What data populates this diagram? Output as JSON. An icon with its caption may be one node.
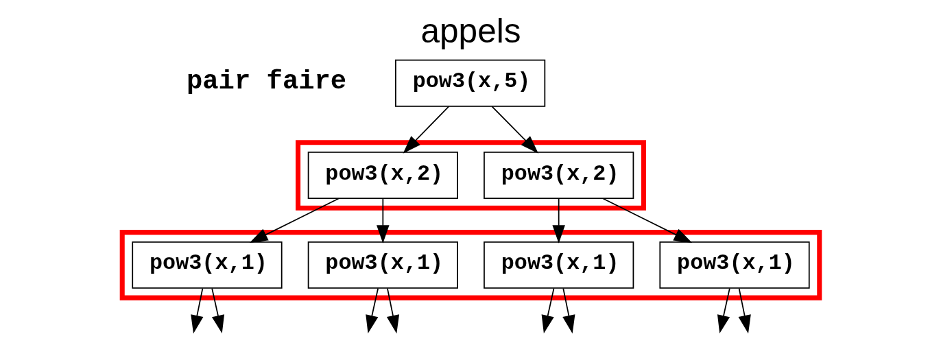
{
  "diagram": {
    "title": "appels",
    "nodes": [
      {
        "text": [
          "pow3(x,5)"
        ]
      },
      {
        "text": [],
        "shape": "box"
      },
      {
        "text": [
          "pow3(x,2)"
        ],
        "in": 1
      },
      {
        "text": [
          "pow3(x,2)"
        ],
        "in": 1
      },
      {
        "text": [],
        "shape": "box"
      },
      {
        "text": [
          "pow3(x,1)"
        ],
        "in": 4
      },
      {
        "text": [
          "pow3(x,1)"
        ],
        "in": 4
      },
      {
        "text": [
          "pow3(x,1)"
        ],
        "in": 4
      },
      {
        "text": [
          "pow3(x,1)"
        ],
        "in": 4
      }
    ],
    "edges": [
      {
        "from": 0,
        "to": 2,
        "arrow": "to"
      },
      {
        "from": 0,
        "to": 3,
        "arrow": "to"
      },
      {
        "from": 2,
        "to": 5,
        "arrow": "to"
      },
      {
        "from": 2,
        "to": 6,
        "arrow": "to"
      },
      {
        "from": 3,
        "to": 7,
        "arrow": "to"
      },
      {
        "from": 3,
        "to": 8,
        "arrow": "to"
      },
      {
        "from": 5,
        "to": null,
        "arrow": "to"
      },
      {
        "from": 5,
        "to": null,
        "arrow": "to"
      },
      {
        "from": 6,
        "to": null,
        "arrow": "to"
      },
      {
        "from": 6,
        "to": null,
        "arrow": "to"
      },
      {
        "from": 7,
        "to": null,
        "arrow": "to"
      },
      {
        "from": 7,
        "to": null,
        "arrow": "to"
      },
      {
        "from": 8,
        "to": null,
        "arrow": "to"
      },
      {
        "from": 8,
        "to": null,
        "arrow": "to"
      }
    ],
    "labels": [
      "pair faire"
    ]
  }
}
